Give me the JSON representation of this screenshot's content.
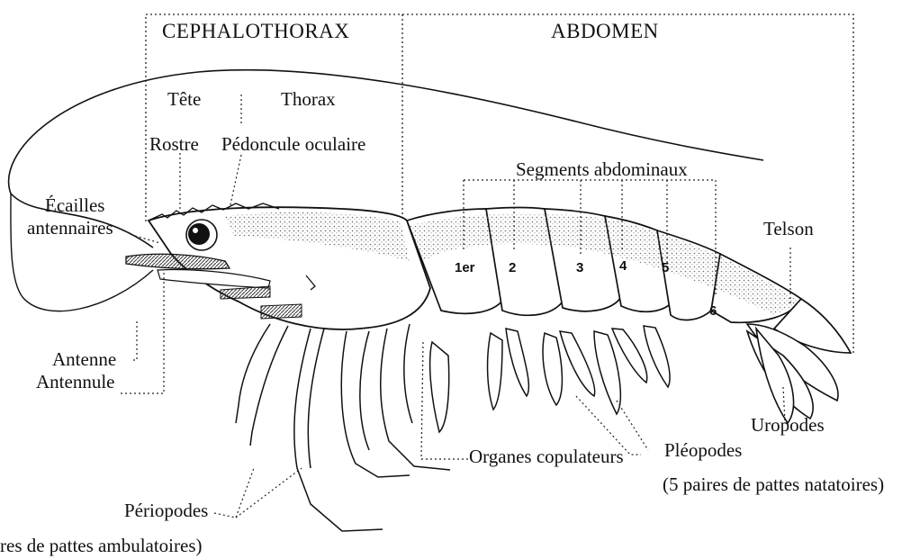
{
  "regions": {
    "cephalothorax": "CEPHALOTHORAX",
    "abdomen": "ABDOMEN"
  },
  "subregions": {
    "tete": "Tête",
    "thorax": "Thorax"
  },
  "labels": {
    "rostre": "Rostre",
    "pedoncule": "Pédoncule oculaire",
    "segments": "Segments abdominaux",
    "ecailles_1": "Écailles",
    "ecailles_2": "antennaires",
    "telson": "Telson",
    "antenne": "Antenne",
    "antennule": "Antennule",
    "uropodes": "Uropodes",
    "organes": "Organes copulateurs",
    "pleopodes": "Pléopodes",
    "pleopodes_note": "(5 paires de pattes natatoires)",
    "periopodes": "Périopodes",
    "periopodes_note": "res de pattes ambulatoires)"
  },
  "segment_numbers": [
    "1er",
    "2",
    "3",
    "4",
    "5",
    "6"
  ]
}
